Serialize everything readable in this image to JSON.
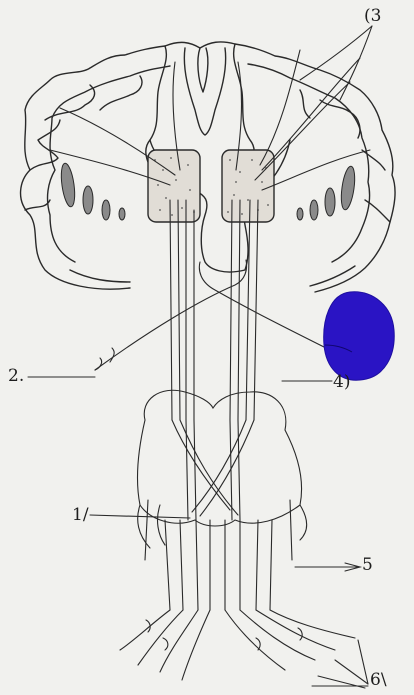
{
  "labels": {
    "l13": "(3",
    "l2": "2.",
    "l4": "4)",
    "l1": "1/",
    "l5": "5",
    "l6": "6\\"
  },
  "colors": {
    "background": "#f1f1ee",
    "ink": "#2a2a2a",
    "blob": "#2a14c4"
  }
}
